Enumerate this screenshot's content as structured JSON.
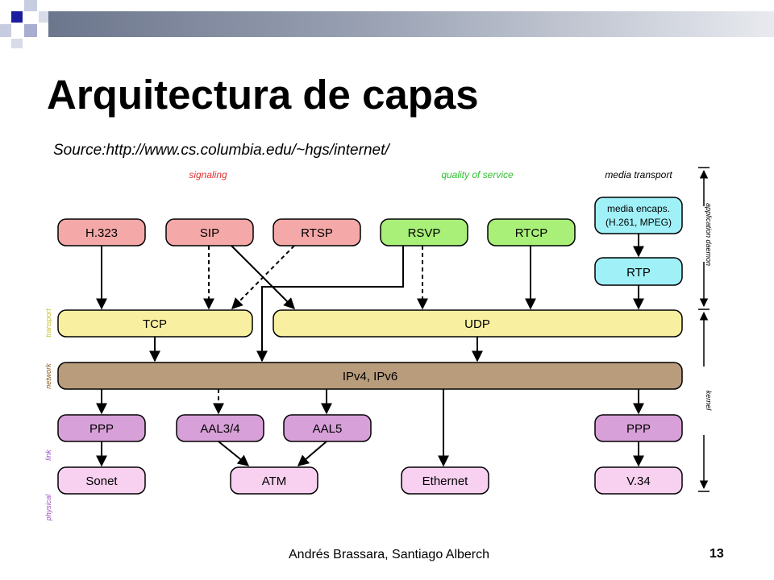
{
  "slide": {
    "title": "Arquitectura de capas",
    "source": "Source:http://www.cs.columbia.edu/~hgs/internet/",
    "footer": "Andrés Brassara, Santiago Alberch",
    "page_number": "13"
  },
  "diagram": {
    "group_labels": {
      "signaling": "signaling",
      "quality_of_service": "quality of service",
      "media_transport": "media transport"
    },
    "side_labels": {
      "transport": "transport",
      "network": "network",
      "link": "link",
      "physical": "physical"
    },
    "scope_labels": {
      "application_daemon": "application daemon",
      "kernel": "kernel"
    },
    "boxes": {
      "h323": "H.323",
      "sip": "SIP",
      "rtsp": "RTSP",
      "rsvp": "RSVP",
      "rtcp": "RTCP",
      "media_encaps_1": "media encaps.",
      "media_encaps_2": "(H.261, MPEG)",
      "rtp": "RTP",
      "tcp": "TCP",
      "udp": "UDP",
      "ip": "IPv4, IPv6",
      "ppp_left": "PPP",
      "aal34": "AAL3/4",
      "aal5": "AAL5",
      "ppp_right": "PPP",
      "sonet": "Sonet",
      "atm": "ATM",
      "ethernet": "Ethernet",
      "v34": "V.34"
    },
    "colors": {
      "signaling": "#f4a8a8",
      "quality_of_service": "#a8f078",
      "media": "#a0f0f8",
      "transport": "#f8f0a0",
      "network": "#b89c7c",
      "link": "#d8a0d8",
      "physical": "#f8d0f0",
      "signaling_text": "#e03030",
      "qos_text": "#30c030",
      "header_bar": "#8c95a8",
      "square_dark": "#1c1ca0",
      "square_light": "#b8bcd8"
    }
  }
}
